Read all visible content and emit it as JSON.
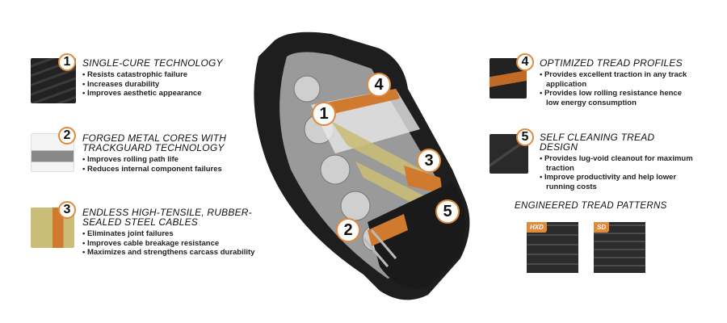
{
  "features": [
    {
      "number": "1",
      "title": "SINGLE-CURE TECHNOLOGY",
      "bullets": [
        "Resists catastrophic failure",
        "Increases durability",
        "Improves aesthetic appearance"
      ]
    },
    {
      "number": "2",
      "title": "FORGED METAL CORES WITH TRACKGUARD TECHNOLOGY",
      "bullets": [
        "Improves rolling path life",
        "Reduces internal component failures"
      ]
    },
    {
      "number": "3",
      "title": "ENDLESS HIGH-TENSILE, RUBBER-SEALED STEEL CABLES",
      "bullets": [
        "Eliminates joint failures",
        "Improves cable breakage resistance",
        "Maximizes and strengthens carcass durability"
      ]
    },
    {
      "number": "4",
      "title": "OPTIMIZED TREAD PROFILES",
      "bullets": [
        "Provides excellent traction in any track application",
        "Provides low rolling resistance hence low energy consumption"
      ]
    },
    {
      "number": "5",
      "title": "SELF CLEANING TREAD DESIGN",
      "bullets": [
        "Provides lug-void cleanout for maximum traction",
        "Improve productivity and help lower running costs"
      ]
    }
  ],
  "patterns": {
    "title": "ENGINEERED TREAD PATTERNS",
    "items": [
      "HXD",
      "SD"
    ]
  },
  "colors": {
    "accent": "#e08a3c",
    "rubber": "#1e1e1e",
    "cable": "#c9bd78"
  }
}
